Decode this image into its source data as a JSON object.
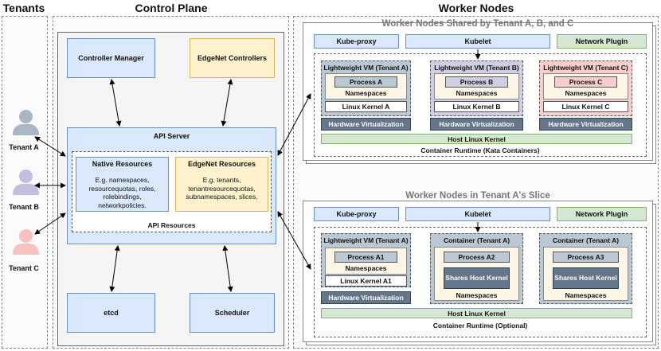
{
  "sections": {
    "tenants": "Tenants",
    "control_plane": "Control Plane",
    "worker_nodes": "Worker Nodes"
  },
  "tenants": [
    {
      "label": "Tenant A",
      "color": "#a9b6c4"
    },
    {
      "label": "Tenant B",
      "color": "#c3bedd"
    },
    {
      "label": "Tenant C",
      "color": "#f5c2c0"
    }
  ],
  "control_plane": {
    "controller_manager": "Controller Manager",
    "edgenet_controllers": "EdgeNet Controllers",
    "api_server": "API Server",
    "native_resources": {
      "title": "Native Resources",
      "desc": "E.g. namespaces, resourcequotas, roles, rolebindings, networkpolicies."
    },
    "edgenet_resources": {
      "title": "EdgeNet Resources",
      "desc": "E.g. tenants, tenantresourcequotas, subnamespaces, slices."
    },
    "api_resources": "API Resources",
    "etcd": "etcd",
    "scheduler": "Scheduler"
  },
  "worker_shared": {
    "title": "Worker Nodes Shared by Tenant A, B, and C",
    "kube_proxy": "Kube-proxy",
    "kubelet": "Kubelet",
    "network_plugin": "Network Plugin",
    "vms": [
      {
        "title": "Lightweight VM (Tenant A)",
        "process": "Process A",
        "namespaces": "Namespaces",
        "kernel": "Linux Kernel A",
        "hw": "Hardware Virtualization"
      },
      {
        "title": "Lightweight VM (Tenant B)",
        "process": "Process B",
        "namespaces": "Namespaces",
        "kernel": "Linux Kernel B",
        "hw": "Hardware Virtualization"
      },
      {
        "title": "Lightweight VM (Tenant C)",
        "process": "Process C",
        "namespaces": "Namespaces",
        "kernel": "Linux Kernel C",
        "hw": "Hardware Virtualization"
      }
    ],
    "host_kernel": "Host Linux Kernel",
    "runtime": "Container Runtime (Kata Containers)"
  },
  "worker_slice": {
    "title": "Worker Nodes in Tenant A's Slice",
    "kube_proxy": "Kube-proxy",
    "kubelet": "Kubelet",
    "network_plugin": "Network Plugin",
    "vm": {
      "title": "Lightweight VM (Tenant A)",
      "process": "Process A1",
      "namespaces": "Namespaces",
      "kernel": "Linux Kernel A1",
      "hw": "Hardware Virtualization"
    },
    "containers": [
      {
        "title": "Container (Tenant A)",
        "process": "Process A2",
        "shares": "Shares Host Kernel",
        "namespaces": "Namespaces"
      },
      {
        "title": "Container (Tenant A)",
        "process": "Process A3",
        "shares": "Shares Host Kernel",
        "namespaces": "Namespaces"
      }
    ],
    "host_kernel": "Host Linux Kernel",
    "runtime": "Container Runtime (Optional)"
  }
}
